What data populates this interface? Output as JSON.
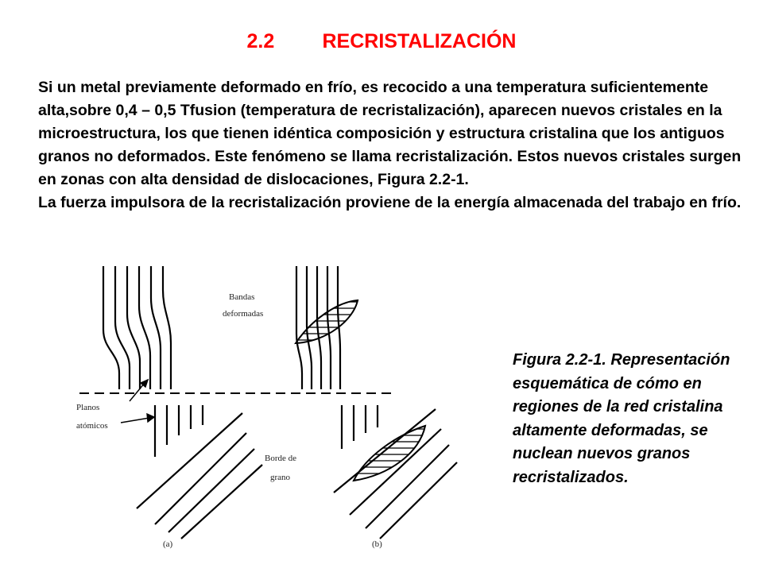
{
  "heading": {
    "number": "2.2",
    "title": "RECRISTALIZACIÓN"
  },
  "body": {
    "paragraph_1": "Si un metal previamente deformado en frío, es recocido a una temperatura suficientemente alta,sobre 0,4 – 0,5 Tfusion (temperatura de recristalización), aparecen nuevos cristales en la microestructura, los que tienen idéntica composición y estructura cristalina que los antiguos granos no deformados. Este fenómeno se llama recristalización. Estos nuevos cristales surgen en zonas con alta densidad de dislocaciones, Figura 2.2-1.",
    "paragraph_2": "La fuerza impulsora de la recristalización proviene de la energía almacenada del trabajo en frío."
  },
  "figure": {
    "labels": {
      "bandas_1": "Bandas",
      "bandas_2": "deformadas",
      "planos_1": "Planos",
      "planos_2": "atómicos",
      "borde_1": "Borde de",
      "borde_2": "grano",
      "panel_a": "(a)",
      "panel_b": "(b)"
    }
  },
  "caption": "Figura 2.2-1. Representación esquemática de cómo en regiones de la red cristalina altamente deformadas, se nuclean nuevos granos recristalizados."
}
